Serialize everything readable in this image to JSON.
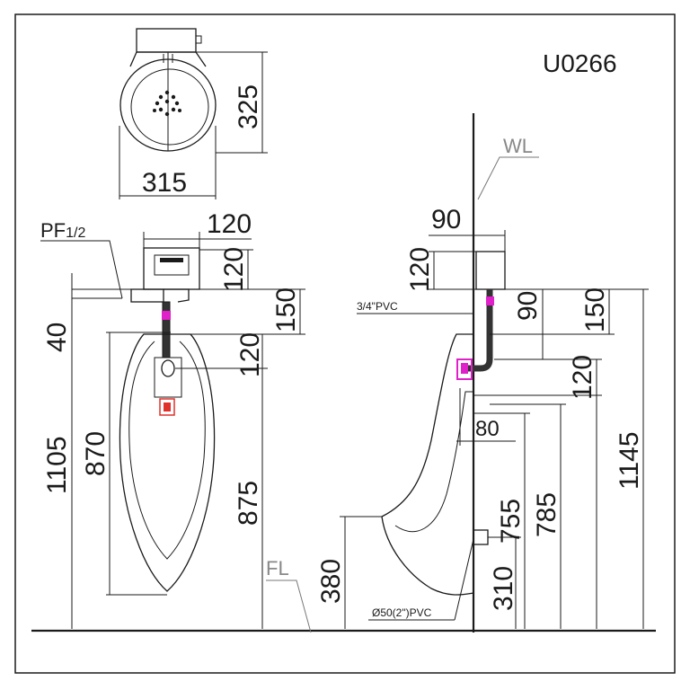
{
  "model": "U0266",
  "labels": {
    "wl": "WL",
    "fl": "FL",
    "pf": "PF",
    "pf_sub": "1/2",
    "pvc_34": "3/4\"PVC",
    "pvc_50": "Ø50(2\")PVC"
  },
  "top_view": {
    "depth": "325",
    "width": "315"
  },
  "front_view": {
    "valve_width": "120",
    "valve_height": "120",
    "pipe_drop": "150",
    "spud_to_outlet": "120",
    "height_to_inlet": "1105",
    "inlet_offset": "40",
    "bowl_height": "870",
    "rim_height": "875"
  },
  "side_view": {
    "wall_offset": "90",
    "valve_height": "120",
    "drop_90": "90",
    "drop_150": "150",
    "spud_120": "120",
    "projection": "80",
    "height_1145": "1145",
    "height_785": "785",
    "height_755": "755",
    "lip_height": "380",
    "outlet_height": "310"
  },
  "colors": {
    "magenta": "#e020c8",
    "red": "#e0302a"
  }
}
